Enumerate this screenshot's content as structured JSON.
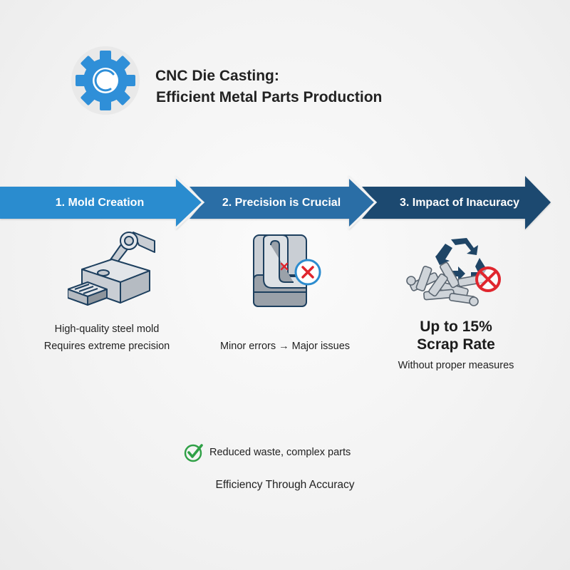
{
  "header": {
    "logo_icon": "gear-icon",
    "title_line1": "CNC Die Casting:",
    "title_line2": "Efficient Metal Parts Production"
  },
  "steps": [
    {
      "label": "1. Mold Creation",
      "color": "#2b8ccf",
      "icon": "robotic-arm-mold-icon",
      "caption_lines": [
        "High-quality steel mold",
        "Requires extreme precision"
      ]
    },
    {
      "label": "2. Precision is Crucial",
      "color": "#2a6ea6",
      "icon": "misaligned-part-error-icon",
      "caption_lines": [
        "Minor errors → Major issues"
      ]
    },
    {
      "label": "3. Impact of Inacuracy",
      "color": "#1d4a70",
      "icon": "scrap-recycle-prohibited-icon",
      "stat_lines": [
        "Up to 15%",
        "Scrap Rate"
      ],
      "caption_lines": [
        "Without proper measures"
      ]
    }
  ],
  "benefit": {
    "icon": "green-checkmark-icon",
    "text": "Reduced waste, complex parts"
  },
  "tagline": "Efficiency Through Accuracy",
  "colors": {
    "gear_blue": "#2f8fd8",
    "error_red": "#e0262e",
    "check_green": "#2fa046",
    "outline_navy": "#1d3f5e"
  }
}
